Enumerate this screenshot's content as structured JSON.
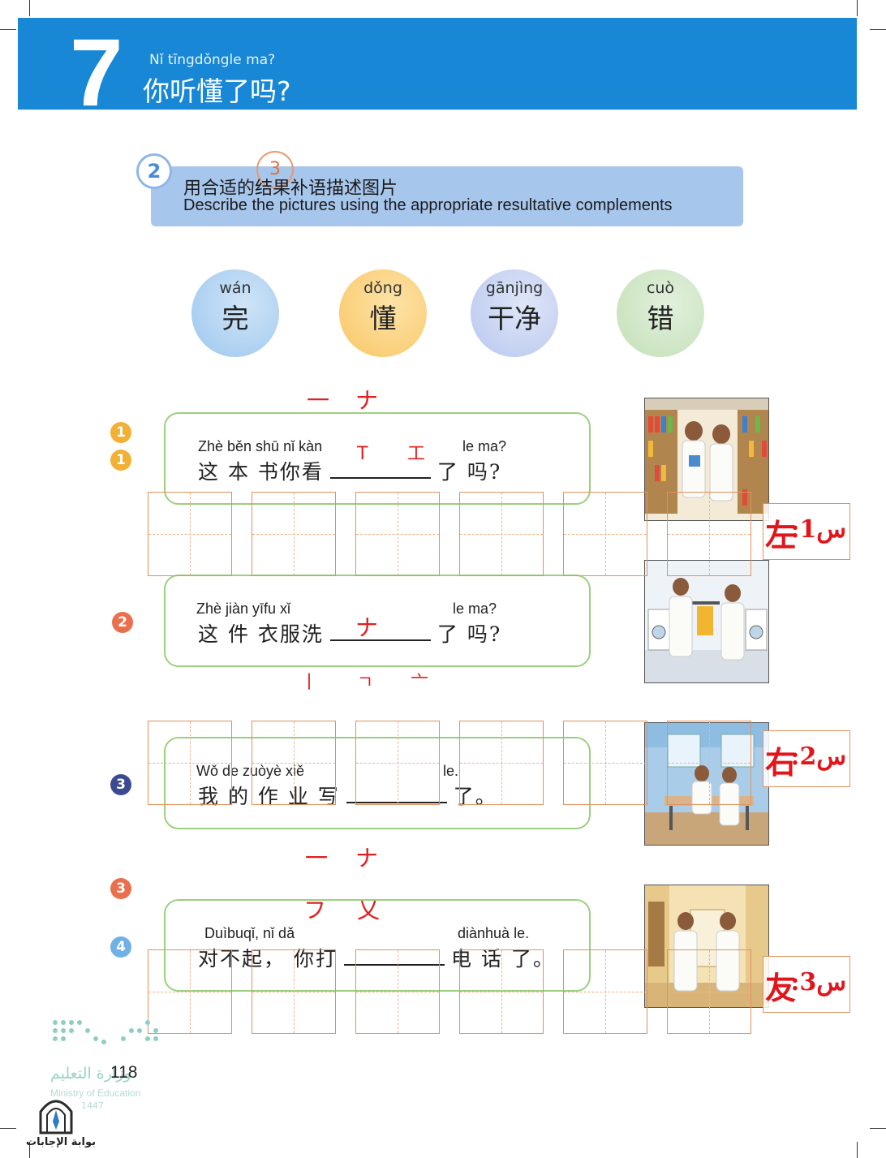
{
  "lesson": {
    "number": "7",
    "title_pinyin": "Nǐ tīngdǒngle ma?",
    "title_cn": "你听懂了吗?"
  },
  "instruction": {
    "number": "2",
    "sub_number": "3",
    "text_cn": "用合适的结果补语描述图片",
    "text_en": "Describe the pictures using the appropriate resultative complements"
  },
  "words": [
    {
      "pinyin": "wán",
      "hanzi": "完",
      "color": "#a6cdf0"
    },
    {
      "pinyin": "dǒng",
      "hanzi": "懂",
      "color": "#fbd07a"
    },
    {
      "pinyin": "gānjìng",
      "hanzi": "干净",
      "color": "#c3cff0"
    },
    {
      "pinyin": "cuò",
      "hanzi": "错",
      "color": "#cfe6c4"
    }
  ],
  "exercises": [
    {
      "number": "1",
      "pinyin_a": "Zhè běn shū nǐ kàn",
      "pinyin_b": "le ma?",
      "cn_a": "这 本 书你看",
      "cn_b": "了 吗?"
    },
    {
      "number": "2",
      "pinyin_a": "Zhè jiàn yīfu  xǐ",
      "pinyin_b": "le ma?",
      "cn_a": "这 件 衣服洗",
      "cn_b": "了 吗?"
    },
    {
      "number": "3",
      "pinyin_a": "Wǒ de  zuòyè  xiě",
      "pinyin_b": "le.",
      "cn_a": "我 的 作 业 写",
      "cn_b": "了。"
    },
    {
      "number": "4",
      "pinyin_a": "Duìbuqǐ,      nǐ  dǎ",
      "pinyin_b": "diànhuà le.",
      "cn_a": "对不起， 你打",
      "cn_b": "电 话 了。"
    }
  ],
  "extra_badges": [
    "1",
    "3"
  ],
  "answers": [
    {
      "char": "左",
      "label": "س1:"
    },
    {
      "char": "右",
      "label": "س2:"
    },
    {
      "char": "友",
      "label": "س3:"
    }
  ],
  "page_number": "118",
  "footer": {
    "moe_ar": "وزارة التعليم",
    "moe_en": "Ministry of Education",
    "year": "1447",
    "portal": "بوابة الإجابات"
  }
}
